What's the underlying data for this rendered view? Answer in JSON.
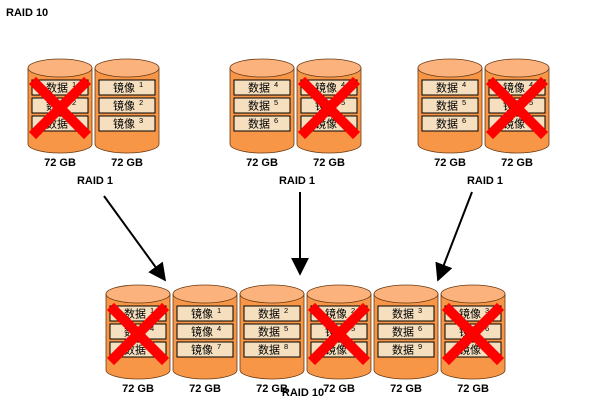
{
  "page_title": "RAID 10",
  "colors": {
    "disk_body": "#f79646",
    "disk_top": "#fbb27d",
    "stripe": "#f5dfbf",
    "x_mark": "#ff0000",
    "arrow": "#000000"
  },
  "icons": [
    "disk-icon",
    "cross-icon",
    "arrow-icon"
  ],
  "raid1_groups": [
    {
      "label": "RAID 1",
      "disks": [
        {
          "capacity": "72 GB",
          "failed": true,
          "blocks": [
            {
              "text": "数据",
              "sup": "1"
            },
            {
              "text": "数据",
              "sup": "2"
            },
            {
              "text": "数据",
              "sup": "3"
            }
          ]
        },
        {
          "capacity": "72 GB",
          "failed": false,
          "blocks": [
            {
              "text": "镜像",
              "sup": "1"
            },
            {
              "text": "镜像",
              "sup": "2"
            },
            {
              "text": "镜像",
              "sup": "3"
            }
          ]
        }
      ]
    },
    {
      "label": "RAID 1",
      "disks": [
        {
          "capacity": "72 GB",
          "failed": false,
          "blocks": [
            {
              "text": "数据",
              "sup": "4"
            },
            {
              "text": "数据",
              "sup": "5"
            },
            {
              "text": "数据",
              "sup": "6"
            }
          ]
        },
        {
          "capacity": "72 GB",
          "failed": true,
          "blocks": [
            {
              "text": "镜像",
              "sup": "4"
            },
            {
              "text": "镜像",
              "sup": "5"
            },
            {
              "text": "镜像",
              "sup": "6"
            }
          ]
        }
      ]
    },
    {
      "label": "RAID 1",
      "disks": [
        {
          "capacity": "72 GB",
          "failed": false,
          "blocks": [
            {
              "text": "数据",
              "sup": "4"
            },
            {
              "text": "数据",
              "sup": "5"
            },
            {
              "text": "数据",
              "sup": "6"
            }
          ]
        },
        {
          "capacity": "72 GB",
          "failed": true,
          "blocks": [
            {
              "text": "镜像",
              "sup": "4"
            },
            {
              "text": "镜像",
              "sup": "5"
            },
            {
              "text": "镜像",
              "sup": "6"
            }
          ]
        }
      ]
    }
  ],
  "raid10": {
    "label": "RAID 10",
    "disks": [
      {
        "capacity": "72 GB",
        "failed": true,
        "blocks": [
          {
            "text": "数据",
            "sup": "1"
          },
          {
            "text": "数据",
            "sup": "4"
          },
          {
            "text": "数据",
            "sup": "7"
          }
        ]
      },
      {
        "capacity": "72 GB",
        "failed": false,
        "blocks": [
          {
            "text": "镜像",
            "sup": "1"
          },
          {
            "text": "镜像",
            "sup": "4"
          },
          {
            "text": "镜像",
            "sup": "7"
          }
        ]
      },
      {
        "capacity": "72 GB",
        "failed": false,
        "blocks": [
          {
            "text": "数据",
            "sup": "2"
          },
          {
            "text": "数据",
            "sup": "5"
          },
          {
            "text": "数据",
            "sup": "8"
          }
        ]
      },
      {
        "capacity": "72 GB",
        "failed": true,
        "blocks": [
          {
            "text": "镜像",
            "sup": "2"
          },
          {
            "text": "镜像",
            "sup": "5"
          },
          {
            "text": "镜像",
            "sup": "8"
          }
        ]
      },
      {
        "capacity": "72 GB",
        "failed": false,
        "blocks": [
          {
            "text": "数据",
            "sup": "3"
          },
          {
            "text": "数据",
            "sup": "6"
          },
          {
            "text": "数据",
            "sup": "9"
          }
        ]
      },
      {
        "capacity": "72 GB",
        "failed": true,
        "blocks": [
          {
            "text": "镜像",
            "sup": "3"
          },
          {
            "text": "镜像",
            "sup": "6"
          },
          {
            "text": "镜像",
            "sup": "9"
          }
        ]
      }
    ]
  }
}
